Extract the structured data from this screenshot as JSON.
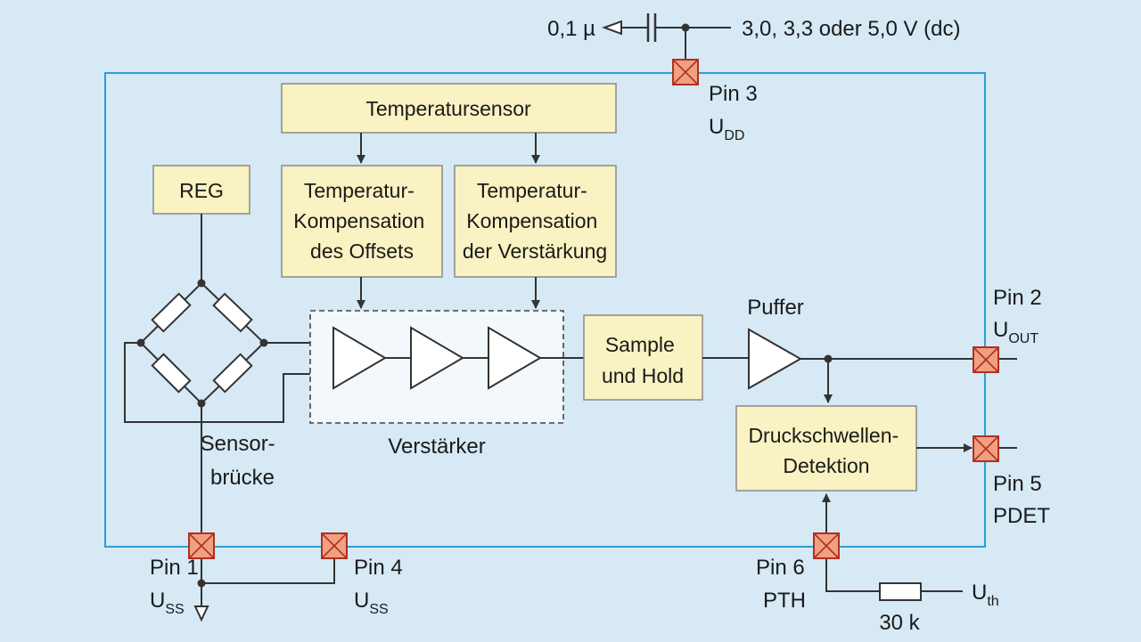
{
  "colors": {
    "background": "#d6e9f5",
    "frame": "#2a9fd6",
    "block_fill": "#f9f2c2",
    "pin_fill": "#f0a080",
    "pin_stroke": "#b03020",
    "amplifier_area": "#f3f8fc"
  },
  "supply": {
    "capacitor_label": "0,1 µ",
    "voltage_label": "3,0, 3,3 oder 5,0 V (dc)"
  },
  "blocks": {
    "temperature_sensor": "Temperatursensor",
    "reg": "REG",
    "offset_compensation": [
      "Temperatur-",
      "Kompensation",
      "des Offsets"
    ],
    "gain_compensation": [
      "Temperatur-",
      "Kompensation",
      "der Verstärkung"
    ],
    "sample_hold": [
      "Sample",
      "und Hold"
    ],
    "pressure_threshold": [
      "Druckschwellen-",
      "Detektion"
    ]
  },
  "labels": {
    "amplifier": "Verstärker",
    "sensor_bridge": [
      "Sensor-",
      "brücke"
    ],
    "buffer": "Puffer",
    "resistor": "30 k",
    "threshold_voltage": {
      "main": "U",
      "sub": "th"
    }
  },
  "pins": {
    "pin1": {
      "name": "Pin 1",
      "signal": "U",
      "sub": "SS"
    },
    "pin2": {
      "name": "Pin 2",
      "signal": "U",
      "sub": "OUT"
    },
    "pin3": {
      "name": "Pin 3",
      "signal": "U",
      "sub": "DD"
    },
    "pin4": {
      "name": "Pin 4",
      "signal": "U",
      "sub": "SS"
    },
    "pin5": {
      "name": "Pin 5",
      "signal": "PDET"
    },
    "pin6": {
      "name": "Pin 6",
      "signal": "PTH"
    }
  }
}
